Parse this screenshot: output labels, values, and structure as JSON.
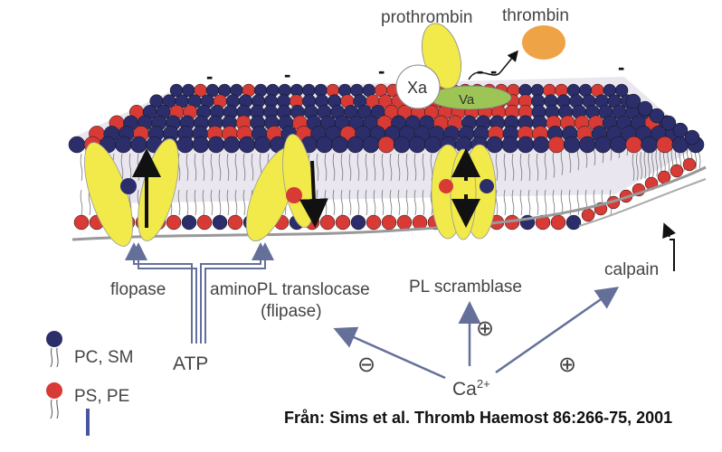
{
  "labels": {
    "prothrombin": "prothrombin",
    "thrombin": "thrombin",
    "xa": "Xa",
    "va": "Va",
    "flopase": "flopase",
    "translocase": "aminoPL translocase",
    "flipase": "(flipase)",
    "scramblase": "PL scramblase",
    "calpain": "calpain",
    "atp": "ATP",
    "ca": "Ca",
    "ca_charge": "2+",
    "minus_sign": "-",
    "inhibit_symbol": "⊖",
    "promote_symbol": "⊕"
  },
  "legend": {
    "pc_sm": "PC, SM",
    "ps_pe": "PS, PE"
  },
  "citation": "Från: Sims et al. Thromb Haemost 86:266-75, 2001",
  "colors": {
    "pc_sm_headgroup": "#2b2e6b",
    "ps_pe_headgroup": "#d83a35",
    "protein": "#f1ea4a",
    "va_factor": "#9dc556",
    "thrombin": "#efa347",
    "arrow": "#65709a",
    "text": "#444444"
  }
}
